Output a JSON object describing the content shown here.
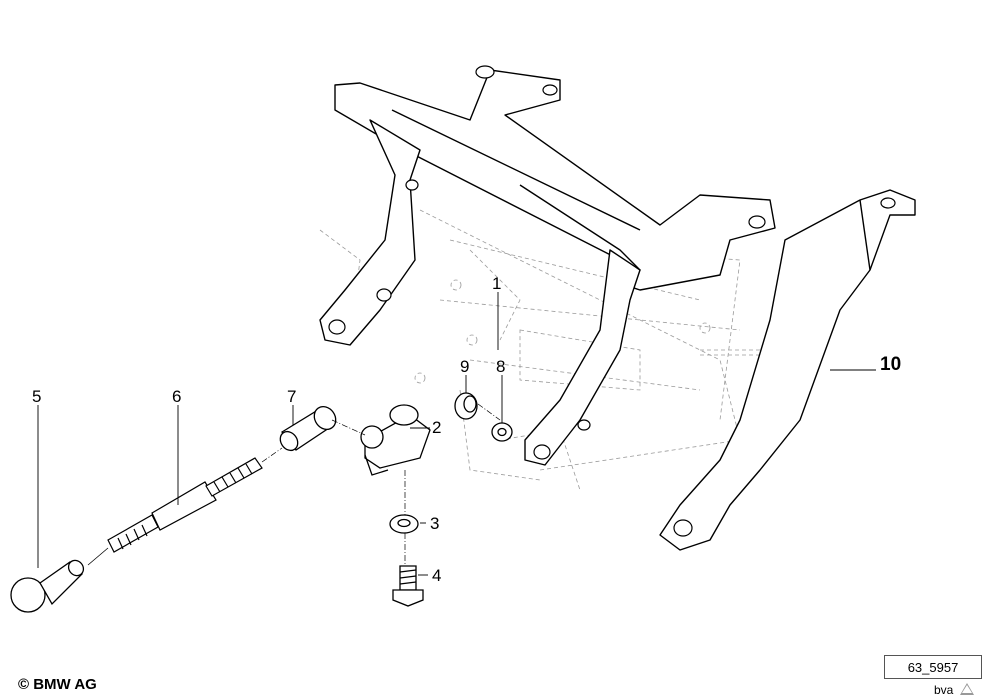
{
  "callouts": [
    "1",
    "2",
    "3",
    "4",
    "5",
    "6",
    "7",
    "8",
    "9",
    "10"
  ],
  "copyright": "© BMW AG",
  "reference": {
    "code": "63_5957",
    "suffix": "bva"
  }
}
